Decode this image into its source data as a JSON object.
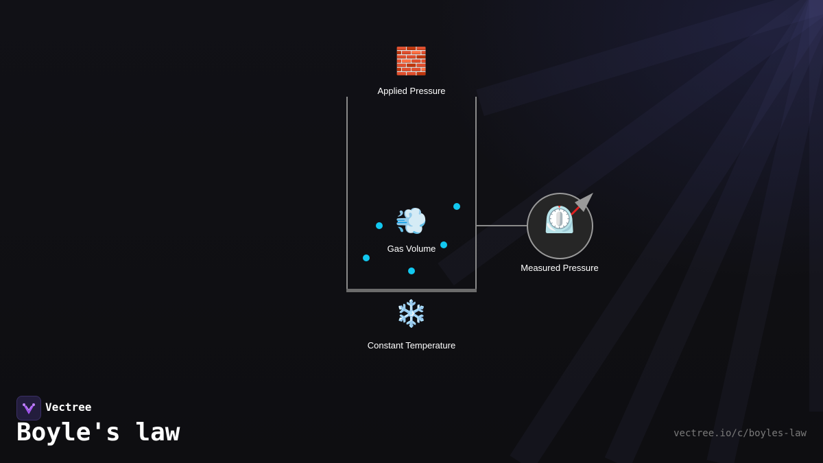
{
  "diagram": {
    "applied_pressure": {
      "icon": "🧱",
      "icon_name": "brick-icon",
      "label": "Applied Pressure"
    },
    "gas_volume": {
      "icon": "💨",
      "icon_name": "wind-icon",
      "label": "Gas Volume"
    },
    "temperature": {
      "icon": "❄️",
      "icon_name": "snowflake-icon",
      "label": "Constant Temperature"
    },
    "measured_pressure": {
      "icon": "⏲️",
      "icon_name": "gauge-icon",
      "label": "Measured Pressure"
    },
    "colors": {
      "particle": "#12c8f0",
      "needle": "#e02020",
      "arrow": "#9a9a9a",
      "container": "#8a8a8a"
    }
  },
  "brand": {
    "name": "Vectree",
    "title": "Boyle's law",
    "url": "vectree.io/c/boyles-law",
    "logo_color": "#a855f7"
  }
}
